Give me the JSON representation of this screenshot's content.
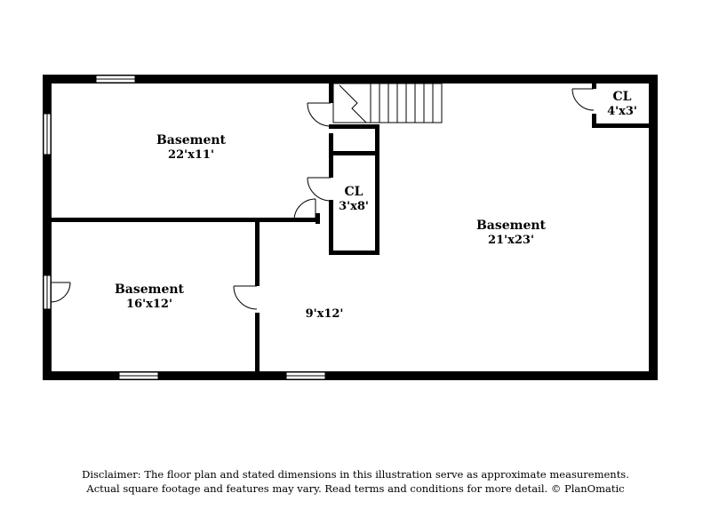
{
  "rooms": [
    {
      "id": "basement_nw",
      "name": "Basement",
      "dims": "22'x11'"
    },
    {
      "id": "basement_sw",
      "name": "Basement",
      "dims": "16'x12'"
    },
    {
      "id": "basement_main",
      "name": "Basement",
      "dims": "21'x23'"
    },
    {
      "id": "area_mid",
      "name": "",
      "dims": "9'x12'"
    },
    {
      "id": "closet_center",
      "name": "CL",
      "dims": "3'x8'"
    },
    {
      "id": "closet_ne",
      "name": "CL",
      "dims": "4'x3'"
    }
  ],
  "disclaimer": {
    "line1": "Disclaimer: The floor plan and stated dimensions in this illustration serve as approximate measurements.",
    "line2": "Actual square footage and features may vary. Read terms and conditions for more detail. © PlanOmatic"
  },
  "colors": {
    "wall": "#000000",
    "window": "#ffffff",
    "background": "#ffffff"
  }
}
